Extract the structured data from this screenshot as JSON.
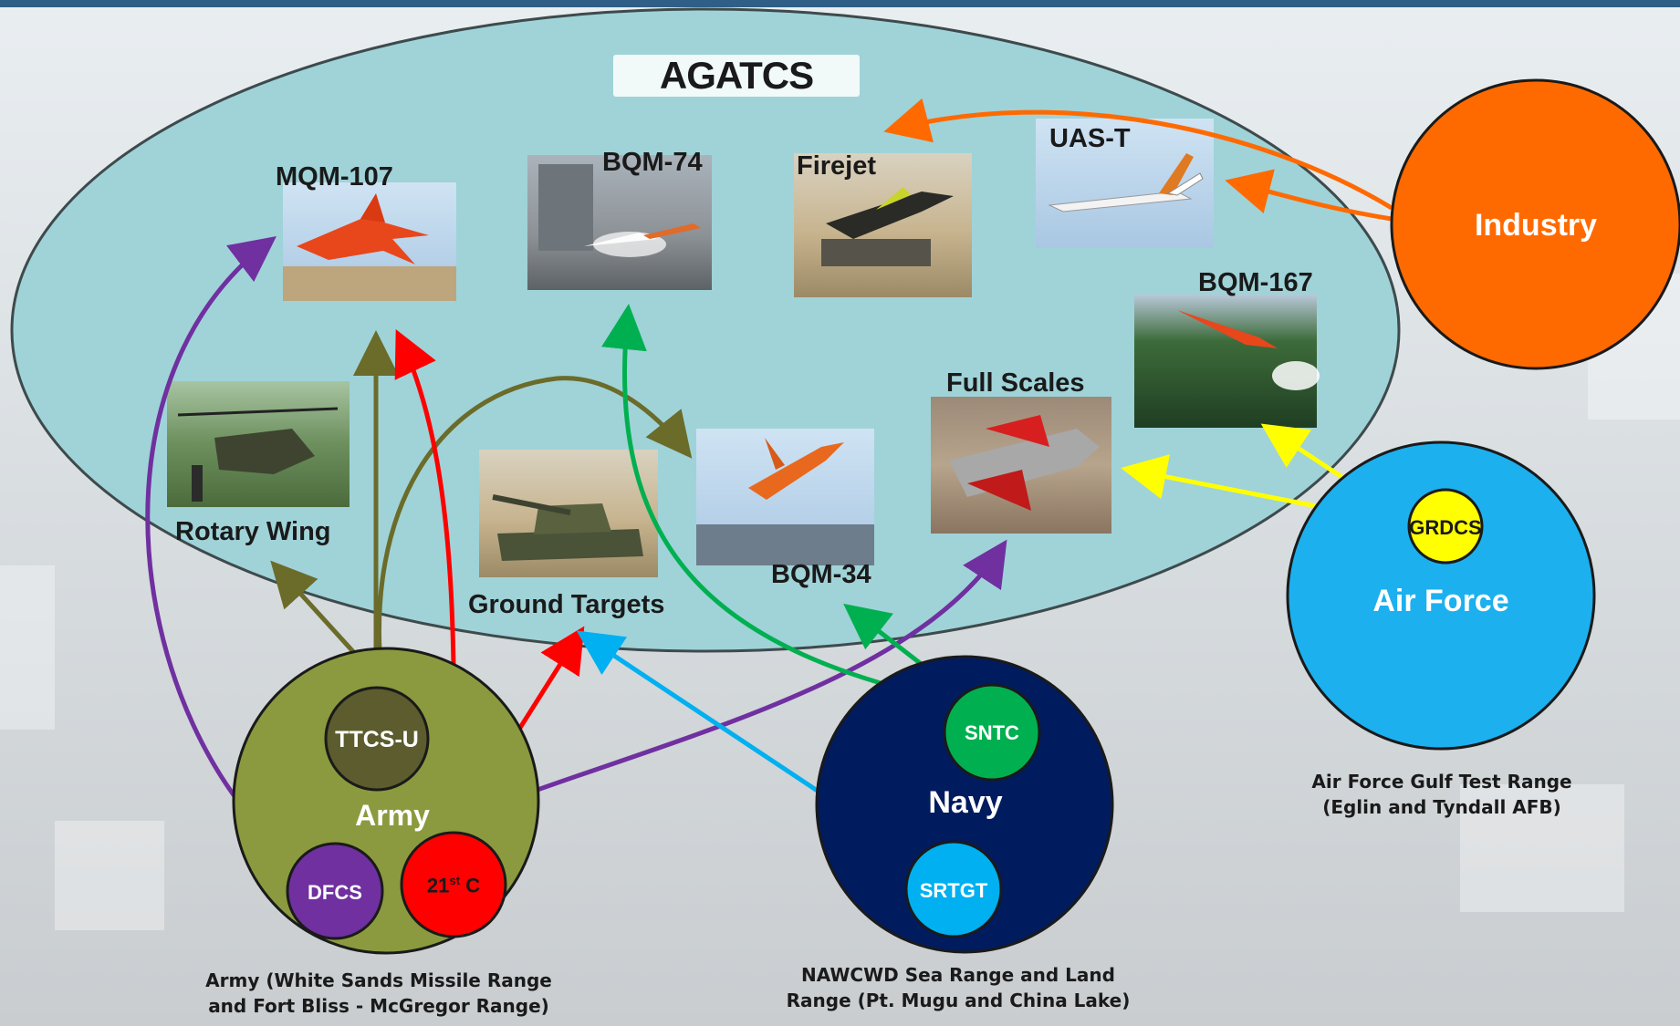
{
  "title": "AGATCS",
  "systems": {
    "mqm107": "MQM-107",
    "bqm74": "BQM-74",
    "firejet": "Firejet",
    "uast": "UAS-T",
    "bqm167": "BQM-167",
    "full_scales": "Full Scales",
    "rotary_wing": "Rotary Wing",
    "ground_targets": "Ground Targets",
    "bqm34": "BQM-34"
  },
  "organizations": {
    "industry": "Industry",
    "air_force": "Air Force",
    "army": "Army",
    "navy": "Navy"
  },
  "controllers": {
    "grdcs": "GRDCS",
    "ttcs_u": "TTCS-U",
    "dfcs": "DFCS",
    "c21_base": "21",
    "c21_sup": "st",
    "c21_tail": " C",
    "sntc": "SNTC",
    "srtgt": "SRTGT"
  },
  "captions": {
    "air_force": [
      "Air Force Gulf Test Range",
      "(Eglin and Tyndall AFB)"
    ],
    "army": [
      "Army (White Sands Missile Range",
      "and Fort Bliss - McGregor Range)"
    ],
    "navy": [
      "NAWCWD Sea Range and Land",
      "Range (Pt. Mugu and China Lake)"
    ]
  },
  "colors": {
    "ellipse": "#9fd3d8",
    "industry": "#ff6a00",
    "air_force": "#1cb0ef",
    "grdcs": "#ffff00",
    "army": "#8b9a3e",
    "ttcs_u": "#5c5c2e",
    "dfcs": "#7030a0",
    "c21": "#ff0000",
    "navy": "#001b5e",
    "sntc": "#00b050",
    "srtgt": "#00b0f0"
  }
}
